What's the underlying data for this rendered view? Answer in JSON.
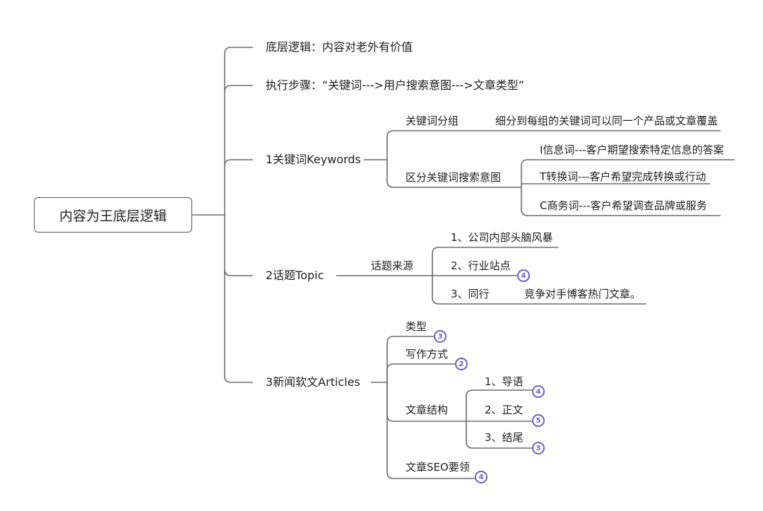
{
  "root": "内容为王底层逻辑",
  "branches": {
    "logic": "底层逻辑：内容对老外有价值",
    "steps": "执行步骤：“关键词--->用户搜索意图--->文章类型”",
    "keywords": {
      "label": "1关键词Keywords",
      "group": {
        "label": "关键词分组",
        "detail": "细分到每组的关键词可以同一个产品或文章覆盖"
      },
      "intent": {
        "label": "区分关键词搜索意图",
        "items": [
          "I信息词---客户期望搜索特定信息的答案",
          "T转换词---客户希望完成转换或行动",
          "C商务词---客户希望调查品牌或服务"
        ]
      }
    },
    "topic": {
      "label": "2话题Topic",
      "source": {
        "label": "话题来源",
        "items": [
          "1、公司内部头脑风暴",
          "2、行业站点",
          "3、同行"
        ],
        "peer_detail": "竞争对手博客热门文章。",
        "badge_industry": "4"
      }
    },
    "articles": {
      "label": "3新闻软文Articles",
      "type": {
        "label": "类型",
        "badge": "3"
      },
      "writing": {
        "label": "写作方式",
        "badge": "2"
      },
      "structure": {
        "label": "文章结构",
        "items": [
          {
            "label": "1、导语",
            "badge": "4"
          },
          {
            "label": "2、正文",
            "badge": "5"
          },
          {
            "label": "3、结尾",
            "badge": "3"
          }
        ]
      },
      "seo": {
        "label": "文章SEO要领",
        "badge": "4"
      }
    }
  },
  "colors": {
    "line": "#6b6b6b",
    "badge": "#6a5fd0",
    "text": "#1f1f1f"
  }
}
